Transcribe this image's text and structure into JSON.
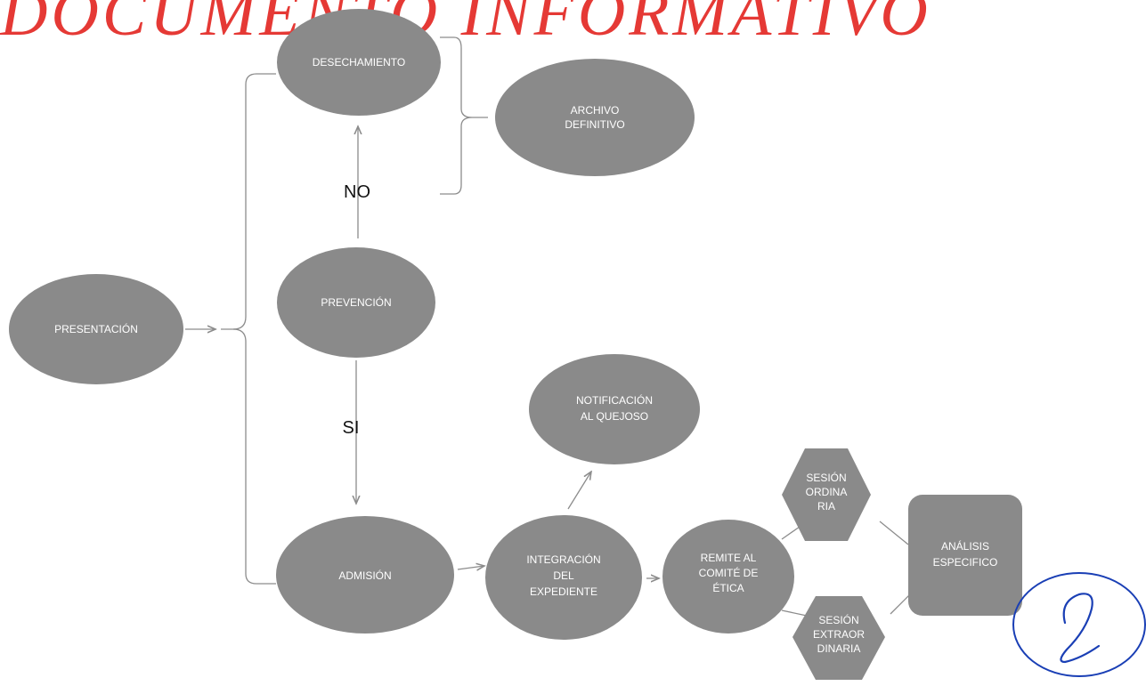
{
  "watermark": "DOCUMENTO INFORMATIVO",
  "nodes": {
    "presentacion": "PRESENTACIÓN",
    "desechamiento": "DESECHAMIENTO",
    "archivo": [
      "ARCHIVO",
      "DEFINITIVO"
    ],
    "prevencion": "PREVENCIÓN",
    "admision": "ADMISIÓN",
    "integracion": [
      "INTEGRACIÓN",
      "DEL",
      "EXPEDIENTE"
    ],
    "notificacion": [
      "NOTIFICACIÓN",
      "AL QUEJOSO"
    ],
    "remite": [
      "REMITE AL",
      "COMITÉ DE",
      "ÉTICA"
    ],
    "sesion_ordinaria": [
      "SESIÓN",
      "ORDINA",
      "RIA"
    ],
    "sesion_extraordinaria": [
      "SESIÓN",
      "EXTRAOR",
      "DINARIA"
    ],
    "analisis": [
      "ANÁLISIS",
      "ESPECIFICO"
    ]
  },
  "edge_labels": {
    "no": "NO",
    "si": "SI"
  },
  "colors": {
    "node": "#8a8a8a",
    "watermark": "#e53935",
    "signature": "#1a3fb5"
  }
}
